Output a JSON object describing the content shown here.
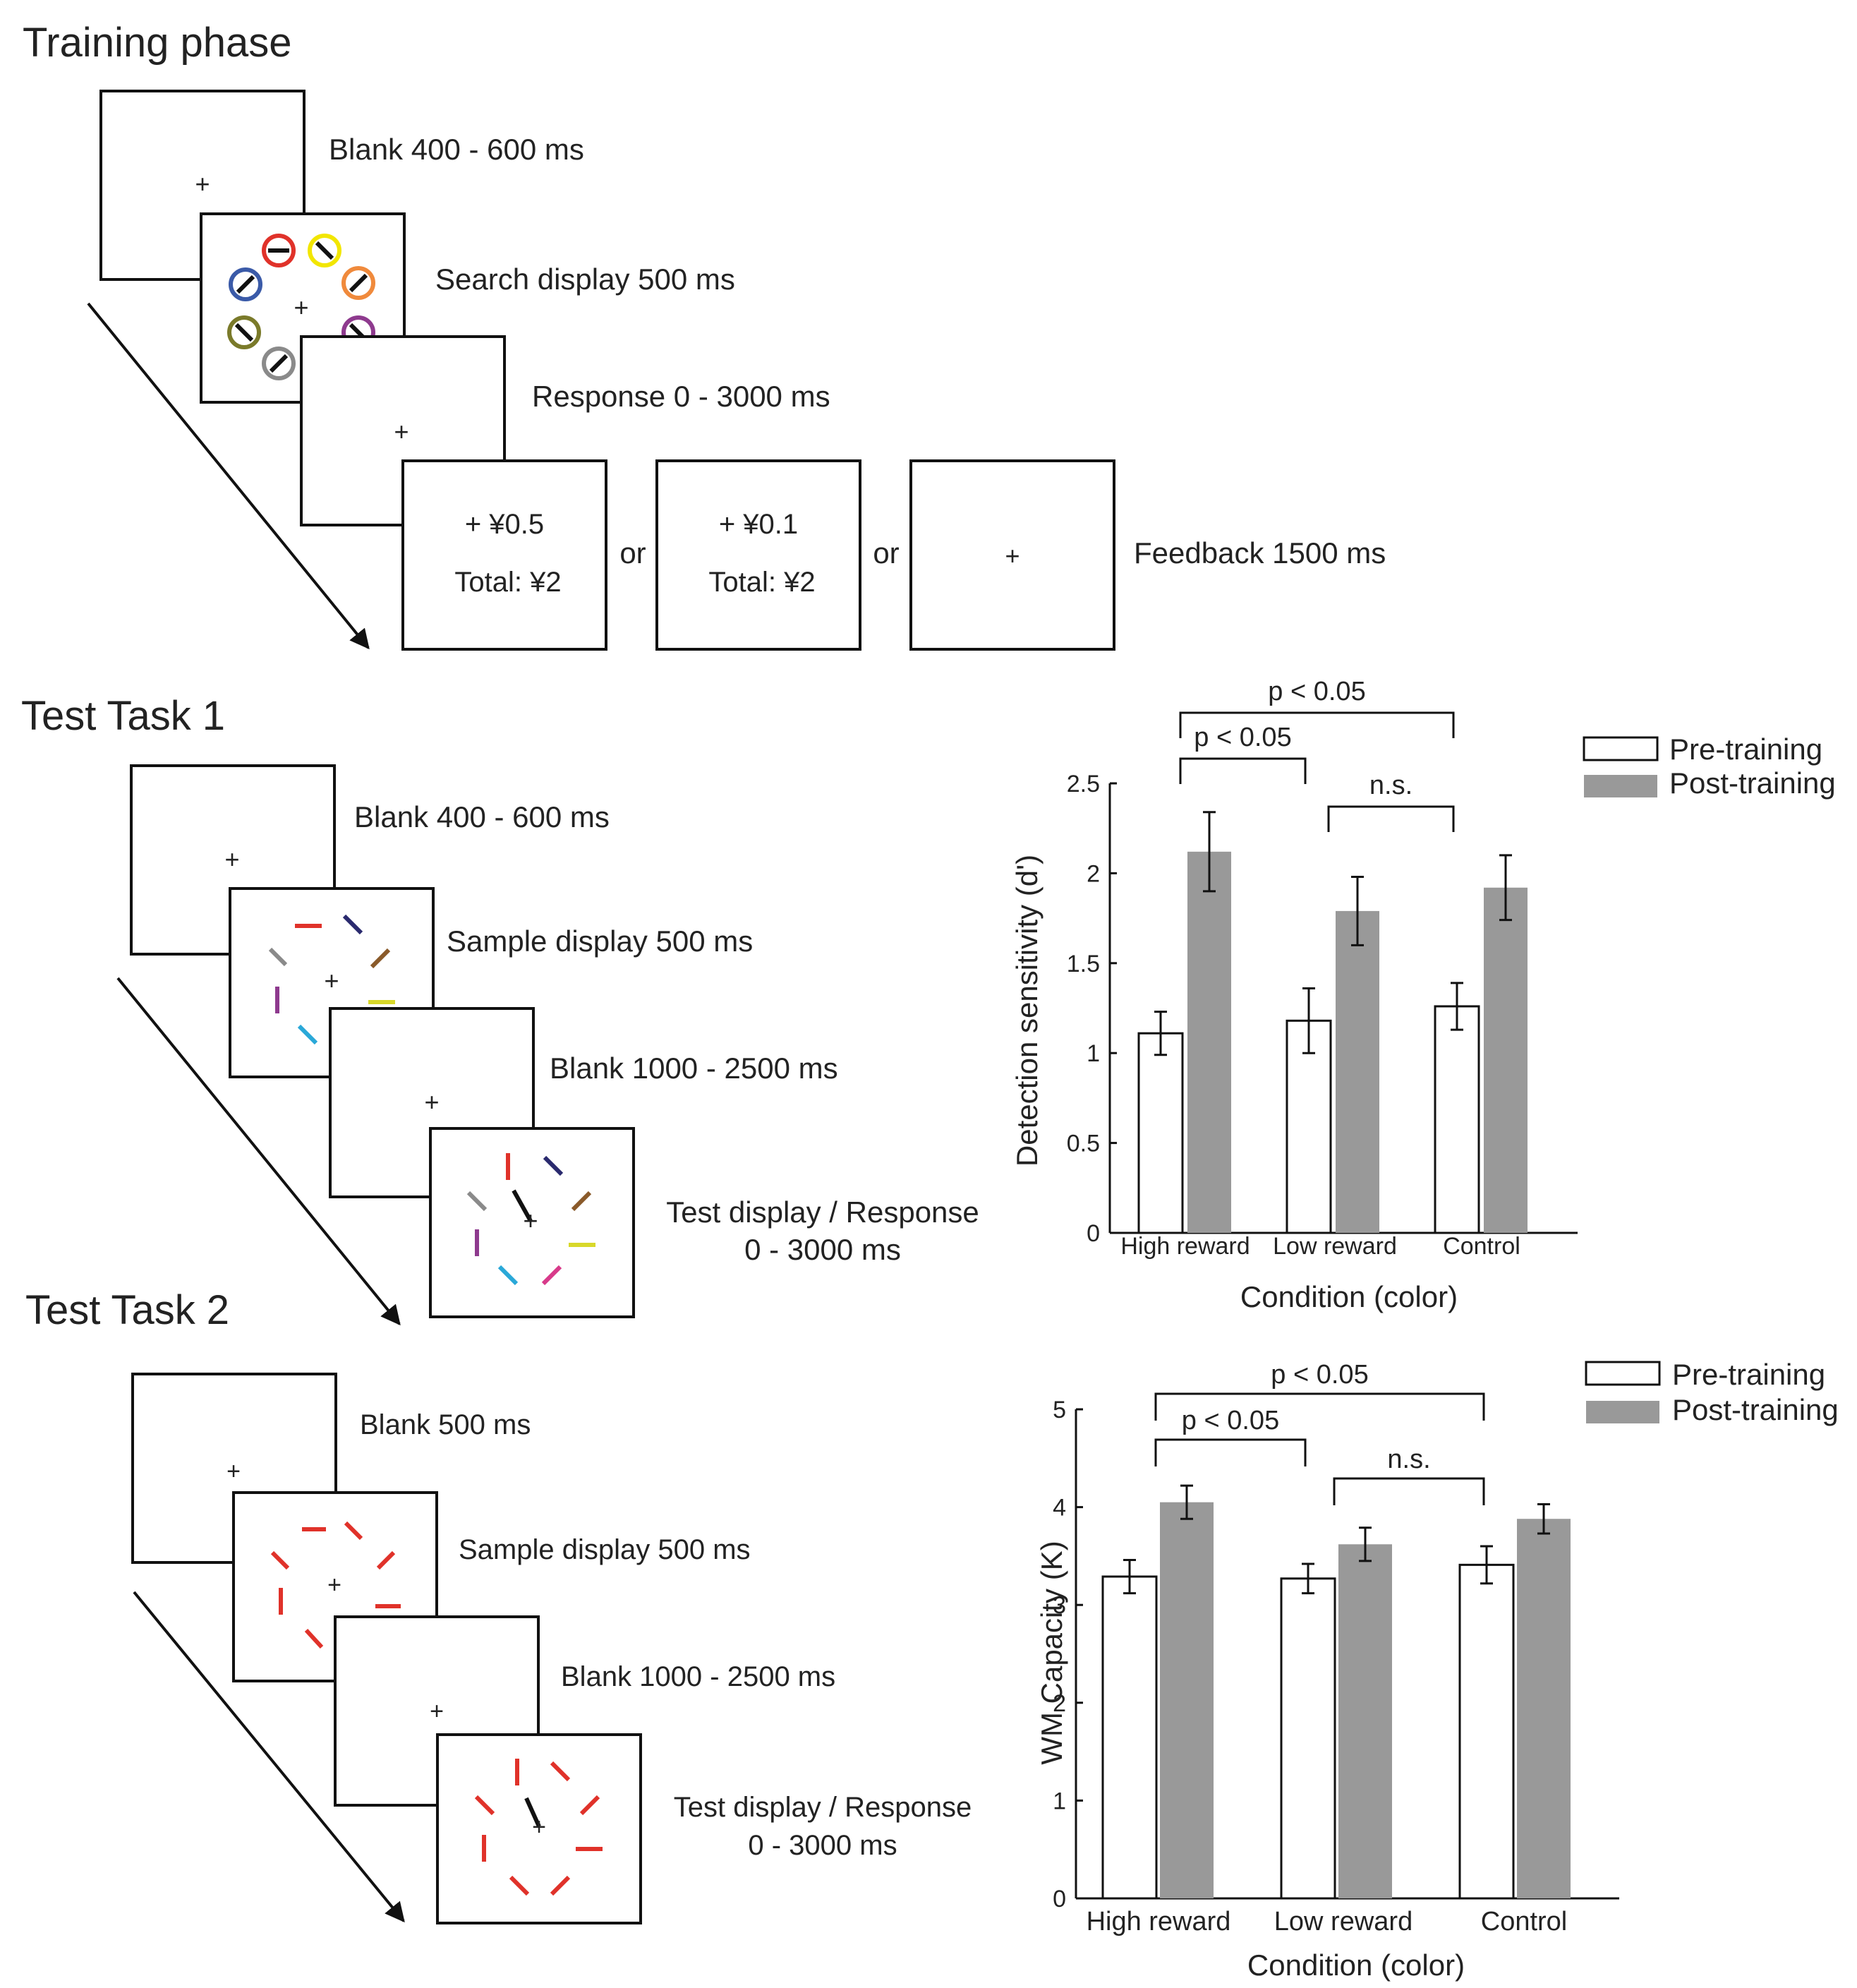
{
  "training": {
    "title": "Training phase",
    "blank": "Blank 400 - 600 ms",
    "search": "Search display 500 ms",
    "response": "Response 0 - 3000 ms",
    "feedback": "Feedback 1500 ms",
    "or": "or",
    "reward_high": "+ ¥0.5",
    "reward_low": "+ ¥0.1",
    "total": "Total: ¥2",
    "fixation": "+"
  },
  "task1": {
    "title": "Test Task 1",
    "blank1": "Blank 400 - 600 ms",
    "sample": "Sample display 500 ms",
    "blank2": "Blank 1000 - 2500 ms",
    "test_line1": "Test display / Response",
    "test_line2": "0 - 3000 ms"
  },
  "task2": {
    "title": "Test Task 2",
    "blank1": "Blank 500 ms",
    "sample": "Sample display 500 ms",
    "blank2": "Blank 1000 - 2500 ms",
    "test_line1": "Test display / Response",
    "test_line2": "0 - 3000 ms"
  },
  "colors": {
    "pre_fill": "#ffffff",
    "post_fill": "#999999",
    "red": "#e0322a",
    "yellow": "#f2e600",
    "blue": "#3a5aa8",
    "orange": "#f08a3c",
    "olive": "#7a7a2a",
    "purple": "#8e3a8e",
    "gray": "#8a8a8a",
    "navy": "#2a2a6e",
    "brown": "#8a5a2a",
    "cyan": "#2aa8d8",
    "magenta": "#d83a8a",
    "lime": "#d8d82a"
  },
  "chart_data": [
    {
      "type": "bar",
      "categories": [
        "High reward",
        "Low reward",
        "Control"
      ],
      "series": [
        {
          "name": "Pre-training",
          "values": [
            1.11,
            1.18,
            1.26
          ],
          "errors": [
            0.12,
            0.18,
            0.13
          ]
        },
        {
          "name": "Post-training",
          "values": [
            2.12,
            1.79,
            1.92
          ],
          "errors": [
            0.22,
            0.19,
            0.18
          ]
        }
      ],
      "xlabel": "Condition (color)",
      "ylabel": "Detection sensitivity (d')",
      "ylim": [
        0,
        2.5
      ],
      "yticks": [
        "0",
        "0.5",
        "1",
        "1.5",
        "2",
        "2.5"
      ],
      "legend": "top-right",
      "annotations": [
        {
          "from": 0,
          "to": 2,
          "label": "p < 0.05"
        },
        {
          "from": 0,
          "to": 1,
          "label": "p < 0.05"
        },
        {
          "from": 1,
          "to": 2,
          "label": "n.s."
        }
      ]
    },
    {
      "type": "bar",
      "categories": [
        "High reward",
        "Low reward",
        "Control"
      ],
      "series": [
        {
          "name": "Pre-training",
          "values": [
            3.29,
            3.27,
            3.41
          ],
          "errors": [
            0.17,
            0.15,
            0.19
          ]
        },
        {
          "name": "Post-training",
          "values": [
            4.05,
            3.62,
            3.88
          ],
          "errors": [
            0.17,
            0.17,
            0.15
          ]
        }
      ],
      "xlabel": "Condition (color)",
      "ylabel": "WM Capacity (K)",
      "ylim": [
        0,
        5
      ],
      "yticks": [
        "0",
        "1",
        "2",
        "3",
        "4",
        "5"
      ],
      "legend": "top-right",
      "annotations": [
        {
          "from": 0,
          "to": 2,
          "label": "p < 0.05"
        },
        {
          "from": 0,
          "to": 1,
          "label": "p < 0.05"
        },
        {
          "from": 1,
          "to": 2,
          "label": "n.s."
        }
      ]
    }
  ]
}
